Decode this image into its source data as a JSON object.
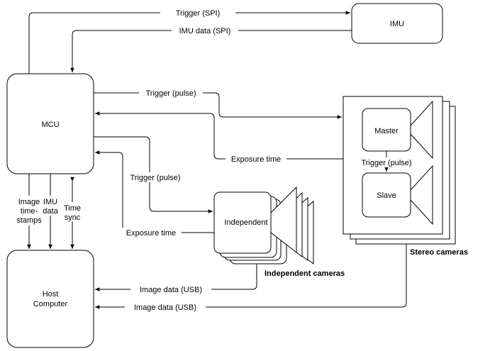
{
  "blocks": {
    "imu": "IMU",
    "mcu": "MCU",
    "host": [
      "Host",
      "Computer"
    ],
    "master": "Master",
    "slave": "Slave",
    "independent": "Independent"
  },
  "connections": {
    "trigger_spi": "Trigger (SPI)",
    "imu_data_spi": "IMU data (SPI)",
    "trigger_pulse_stereo": "Trigger (pulse)",
    "exposure_time_stereo": "Exposure time",
    "trigger_pulse_master_slave": "Trigger (pulse)",
    "trigger_pulse_independent": "Trigger (pulse)",
    "exposure_time_independent": "Exposure time",
    "image_timestamps": [
      "Image",
      "time-",
      "stamps"
    ],
    "imu_data": [
      "IMU",
      "data"
    ],
    "time_sync": [
      "Time",
      "sync"
    ],
    "image_data_usb_independent": "Image data (USB)",
    "image_data_usb_stereo": "Image data (USB)"
  },
  "captions": {
    "stereo": "Stereo cameras",
    "independent": "Independent cameras"
  }
}
